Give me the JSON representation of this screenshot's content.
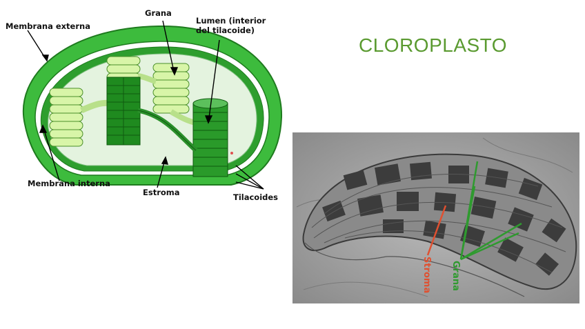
{
  "title": "CLOROPLASTO",
  "diagram": {
    "labels": {
      "outer_membrane": "Membrana externa",
      "grana": "Grana",
      "lumen_line1": "Lumen (interior",
      "lumen_line2": "del tilacoide)",
      "inner_membrane": "Membrana interna",
      "stroma": "Estroma",
      "thylakoids": "Tilacoides"
    }
  },
  "micrograph": {
    "labels": {
      "stroma": "Stroma",
      "grana": "Grana"
    },
    "colors": {
      "stroma": "#e05030",
      "grana": "#2f9a2f"
    }
  }
}
